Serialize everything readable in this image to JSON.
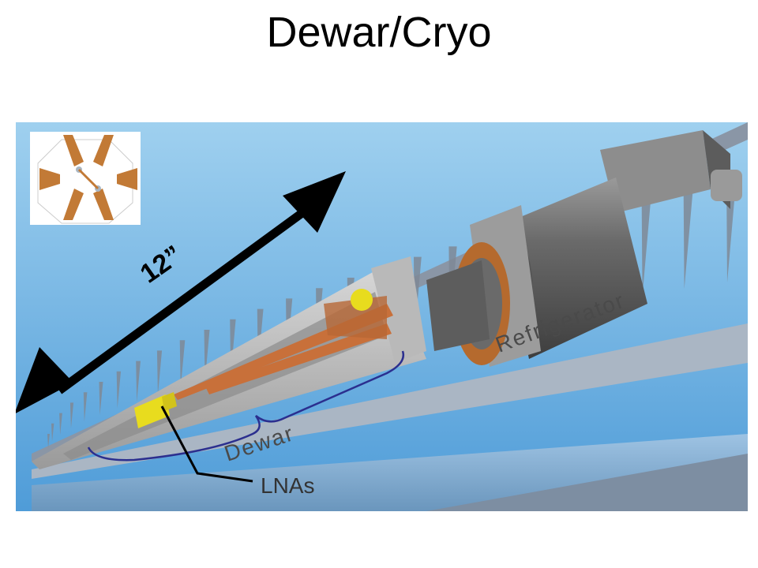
{
  "title": "Dewar/Cryo",
  "figure": {
    "labels": {
      "length": "12”",
      "refrigerator": "Refrigerator",
      "dewar": "Dewar",
      "lnas": "LNAs"
    },
    "colors": {
      "sky_top": "#8ec6ea",
      "sky_bottom": "#5fa6dd",
      "copper": "#c8703a",
      "lna_yellow": "#e8dc1e",
      "brace": "#2b2f8f",
      "arrow": "#000000",
      "body_gray": "#6f6f6f",
      "label_text": "#4a4a4a"
    },
    "inset": {
      "icon": "octagonal-feed-antenna-icon"
    }
  }
}
